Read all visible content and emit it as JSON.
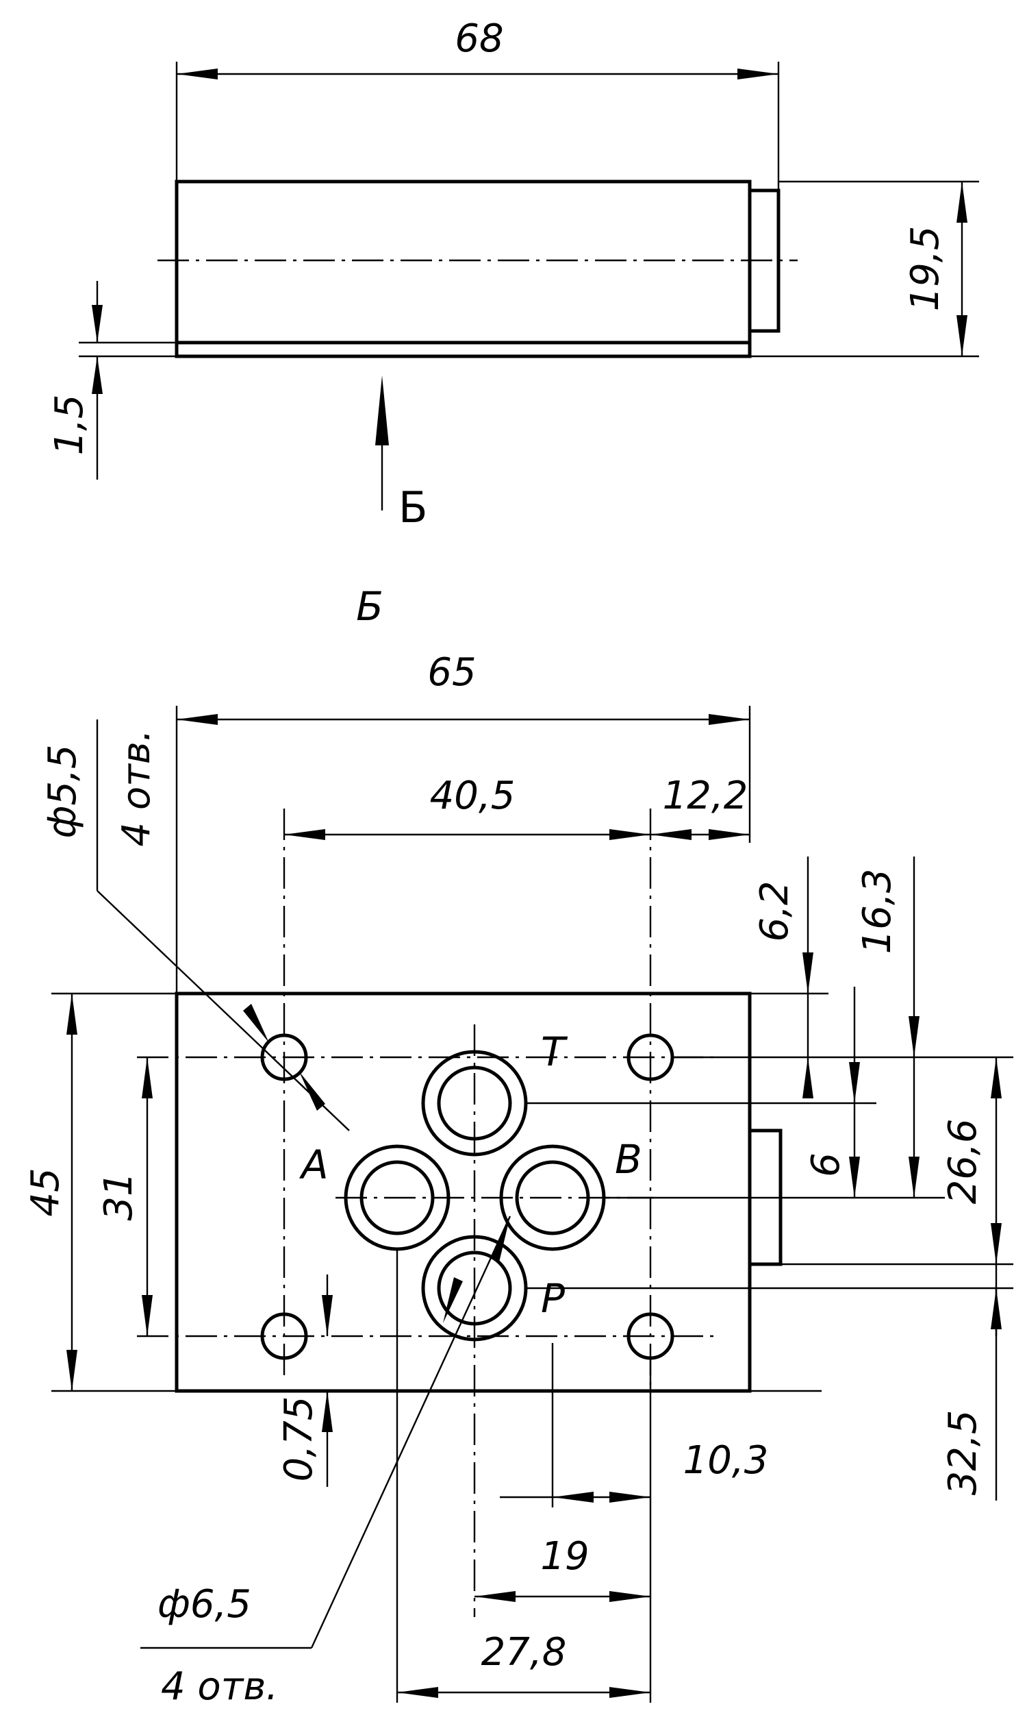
{
  "side_view": {
    "width": "68",
    "height": "19,5",
    "offset": "1,5",
    "view_arrow_letter": "Б"
  },
  "bottom_view": {
    "title": "Б",
    "overall_width": "65",
    "mount_hole_spacing_x": "40,5",
    "mount_hole_edge_x": "12,2",
    "dim_6_2": "6,2",
    "dim_16_3": "16,3",
    "dim_6": "6",
    "dim_26_6": "26,6",
    "overall_height": "45",
    "mount_hole_spacing_y": "31",
    "dim_0_75": "0,75",
    "dim_10_3": "10,3",
    "dim_19": "19",
    "dim_27_8": "27,8",
    "dim_32_5": "32,5",
    "mount_hole_dia": "ф5,5",
    "mount_hole_count": "4 отв.",
    "port_dia": "ф6,5",
    "port_count": "4 отв.",
    "ports": [
      "T",
      "A",
      "B",
      "P"
    ]
  }
}
